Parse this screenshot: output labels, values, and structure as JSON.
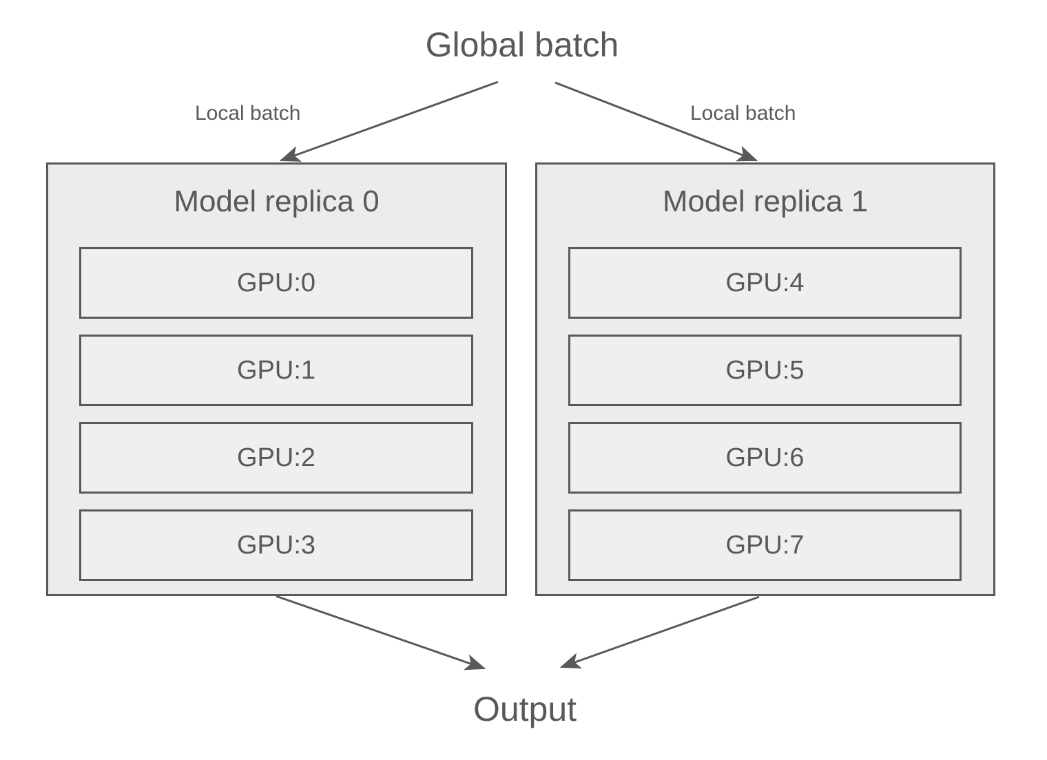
{
  "diagram": {
    "title": "Global batch",
    "output_label": "Output",
    "edge_labels": {
      "left_split": "Local batch",
      "right_split": "Local batch"
    },
    "colors": {
      "text": "#595959",
      "stroke": "#595959",
      "replica_fill": "#ececec",
      "gpu_fill": "#efefef",
      "background": "#ffffff"
    },
    "replicas": [
      {
        "title": "Model replica 0",
        "gpus": [
          {
            "label": "GPU:0"
          },
          {
            "label": "GPU:1"
          },
          {
            "label": "GPU:2"
          },
          {
            "label": "GPU:3"
          }
        ]
      },
      {
        "title": "Model replica 1",
        "gpus": [
          {
            "label": "GPU:4"
          },
          {
            "label": "GPU:5"
          },
          {
            "label": "GPU:6"
          },
          {
            "label": "GPU:7"
          }
        ]
      }
    ],
    "arrows": [
      {
        "name": "global-to-replica-0",
        "from": "Global batch",
        "to": "Model replica 0",
        "label": "Local batch"
      },
      {
        "name": "global-to-replica-1",
        "from": "Global batch",
        "to": "Model replica 1",
        "label": "Local batch"
      },
      {
        "name": "replica-0-to-output",
        "from": "Model replica 0",
        "to": "Output",
        "label": ""
      },
      {
        "name": "replica-1-to-output",
        "from": "Model replica 1",
        "to": "Output",
        "label": ""
      }
    ]
  }
}
